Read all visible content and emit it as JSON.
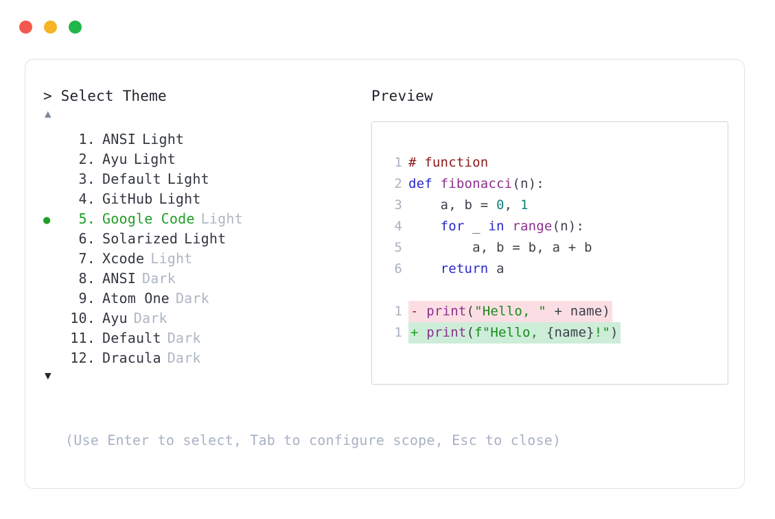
{
  "window": {
    "dots": [
      {
        "name": "close",
        "color": "#f2584f"
      },
      {
        "name": "minimize",
        "color": "#f5b524"
      },
      {
        "name": "maximize",
        "color": "#20b64a"
      }
    ]
  },
  "left_panel": {
    "prompt": "> Select Theme",
    "scroll_up": "▲",
    "scroll_down": "▼",
    "selected_index": 5,
    "selected_bullet": "●",
    "themes": [
      {
        "num": "1.",
        "name": "ANSI",
        "variant": "Light",
        "variant_muted": false,
        "selected": false
      },
      {
        "num": "2.",
        "name": "Ayu",
        "variant": "Light",
        "variant_muted": false,
        "selected": false
      },
      {
        "num": "3.",
        "name": "Default",
        "variant": "Light",
        "variant_muted": false,
        "selected": false
      },
      {
        "num": "4.",
        "name": "GitHub",
        "variant": "Light",
        "variant_muted": false,
        "selected": false
      },
      {
        "num": "5.",
        "name": "Google Code",
        "variant": "Light",
        "variant_muted": true,
        "selected": true
      },
      {
        "num": "6.",
        "name": "Solarized",
        "variant": "Light",
        "variant_muted": false,
        "selected": false
      },
      {
        "num": "7.",
        "name": "Xcode",
        "variant": "Light",
        "variant_muted": true,
        "selected": false
      },
      {
        "num": "8.",
        "name": "ANSI",
        "variant": "Dark",
        "variant_muted": true,
        "selected": false
      },
      {
        "num": "9.",
        "name": "Atom One",
        "variant": "Dark",
        "variant_muted": true,
        "selected": false
      },
      {
        "num": "10.",
        "name": "Ayu",
        "variant": "Dark",
        "variant_muted": true,
        "selected": false
      },
      {
        "num": "11.",
        "name": "Default",
        "variant": "Dark",
        "variant_muted": true,
        "selected": false
      },
      {
        "num": "12.",
        "name": "Dracula",
        "variant": "Dark",
        "variant_muted": true,
        "selected": false
      }
    ]
  },
  "hint": "(Use Enter to select, Tab to configure scope, Esc to close)",
  "preview": {
    "label": "Preview",
    "code_lines": [
      {
        "gutter": "1",
        "tokens": [
          {
            "t": "# function",
            "c": "tok-comment"
          }
        ]
      },
      {
        "gutter": "2",
        "tokens": [
          {
            "t": "def ",
            "c": "tok-kw"
          },
          {
            "t": "fibonacci",
            "c": "tok-fn"
          },
          {
            "t": "(n):",
            "c": "tok-plain"
          }
        ]
      },
      {
        "gutter": "3",
        "tokens": [
          {
            "t": "    a, b = ",
            "c": "tok-plain"
          },
          {
            "t": "0",
            "c": "tok-num"
          },
          {
            "t": ", ",
            "c": "tok-plain"
          },
          {
            "t": "1",
            "c": "tok-num"
          }
        ]
      },
      {
        "gutter": "4",
        "tokens": [
          {
            "t": "    ",
            "c": "tok-plain"
          },
          {
            "t": "for",
            "c": "tok-kw"
          },
          {
            "t": " _ ",
            "c": "tok-plain"
          },
          {
            "t": "in",
            "c": "tok-kw"
          },
          {
            "t": " ",
            "c": "tok-plain"
          },
          {
            "t": "range",
            "c": "tok-fn"
          },
          {
            "t": "(n):",
            "c": "tok-plain"
          }
        ]
      },
      {
        "gutter": "5",
        "tokens": [
          {
            "t": "        a, b = b, a + b",
            "c": "tok-plain"
          }
        ]
      },
      {
        "gutter": "6",
        "tokens": [
          {
            "t": "    ",
            "c": "tok-plain"
          },
          {
            "t": "return",
            "c": "tok-kw"
          },
          {
            "t": " a",
            "c": "tok-plain"
          }
        ]
      }
    ],
    "diff_lines": [
      {
        "gutter": "1",
        "marker": "-",
        "kind": "minus",
        "tokens": [
          {
            "t": "print",
            "c": "tok-fn"
          },
          {
            "t": "(",
            "c": "tok-plain"
          },
          {
            "t": "\"Hello, \"",
            "c": "tok-str"
          },
          {
            "t": " + name)",
            "c": "tok-plain"
          }
        ]
      },
      {
        "gutter": "1",
        "marker": "+",
        "kind": "plus",
        "tokens": [
          {
            "t": "print",
            "c": "tok-fn"
          },
          {
            "t": "(",
            "c": "tok-plain"
          },
          {
            "t": "f\"Hello, ",
            "c": "tok-str"
          },
          {
            "t": "{name}",
            "c": "tok-plain"
          },
          {
            "t": "!\"",
            "c": "tok-str"
          },
          {
            "t": ")",
            "c": "tok-plain"
          }
        ]
      }
    ]
  }
}
